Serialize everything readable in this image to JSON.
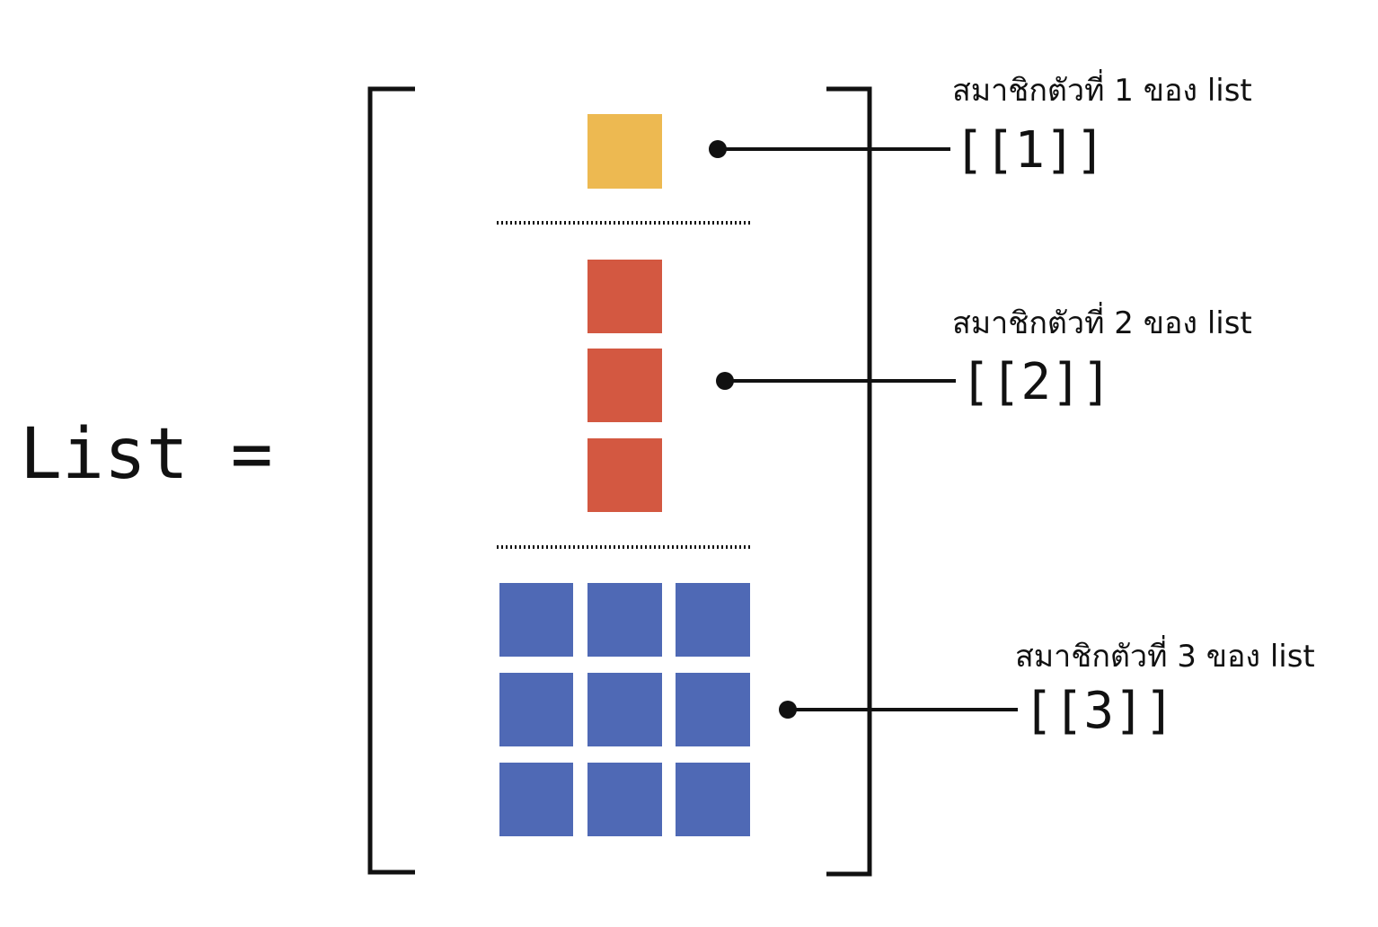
{
  "list_label": "List =",
  "colors": {
    "element1": "#EDB951",
    "element2": "#D35841",
    "element3": "#4F69B5",
    "line": "#111111",
    "text": "#111111"
  },
  "elements": [
    {
      "caption": "สมาชิกตัวที่ 1 ของ list",
      "index": "[[1]]",
      "rows": 1,
      "cols": 1
    },
    {
      "caption": "สมาชิกตัวที่ 2 ของ list",
      "index": "[[2]]",
      "rows": 3,
      "cols": 1
    },
    {
      "caption": "สมาชิกตัวที่ 3 ของ list",
      "index": "[[3]]",
      "rows": 3,
      "cols": 3
    }
  ]
}
